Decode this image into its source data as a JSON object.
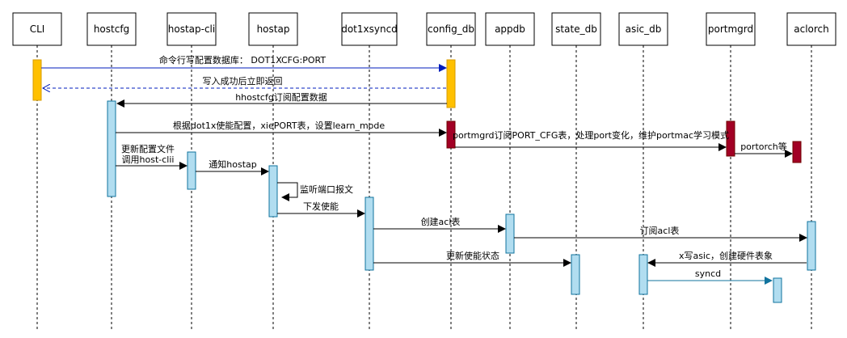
{
  "participants": [
    {
      "id": "cli",
      "label": "CLI"
    },
    {
      "id": "hostcfg",
      "label": "hostcfg"
    },
    {
      "id": "hostapcli",
      "label": "hostap-cli"
    },
    {
      "id": "hostap",
      "label": "hostap"
    },
    {
      "id": "dot1xsyncd",
      "label": "dot1xsyncd"
    },
    {
      "id": "configdb",
      "label": "config_db"
    },
    {
      "id": "appdb",
      "label": "appdb"
    },
    {
      "id": "statedb",
      "label": "state_db"
    },
    {
      "id": "asicdb",
      "label": "asic_db"
    },
    {
      "id": "portmgrd",
      "label": "portmgrd"
    },
    {
      "id": "aclorch",
      "label": "aclorch"
    }
  ],
  "messages": {
    "m1": "命令行写配置数据库： DOT1XCFG:PORT",
    "m2": "写入成功后立即返回",
    "m3": "hhostcfg订阅配置数据",
    "m4": "根据dot1x使能配置，xiePORT表，设置learn_mode",
    "m5": "portmgrd订阅PORT_CFG表，处理port变化，维护portmac学习模式",
    "m6": "portorch等",
    "m7a": "更新配置文件",
    "m7b": "调用host-clii",
    "m8": "通知hostap",
    "m9": "监听端口报文",
    "m10": "下发使能",
    "m11": "创建acl表",
    "m12": "订阅acl表",
    "m13": "更新使能状态",
    "m14": "x写asic，创建硬件表象",
    "m15": "syncd"
  },
  "colors": {
    "orange": "#ffc000",
    "darkred": "#a20025",
    "lightblue": "#b1ddf0",
    "blue_line": "#001dbc",
    "teal_line": "#10739e"
  }
}
